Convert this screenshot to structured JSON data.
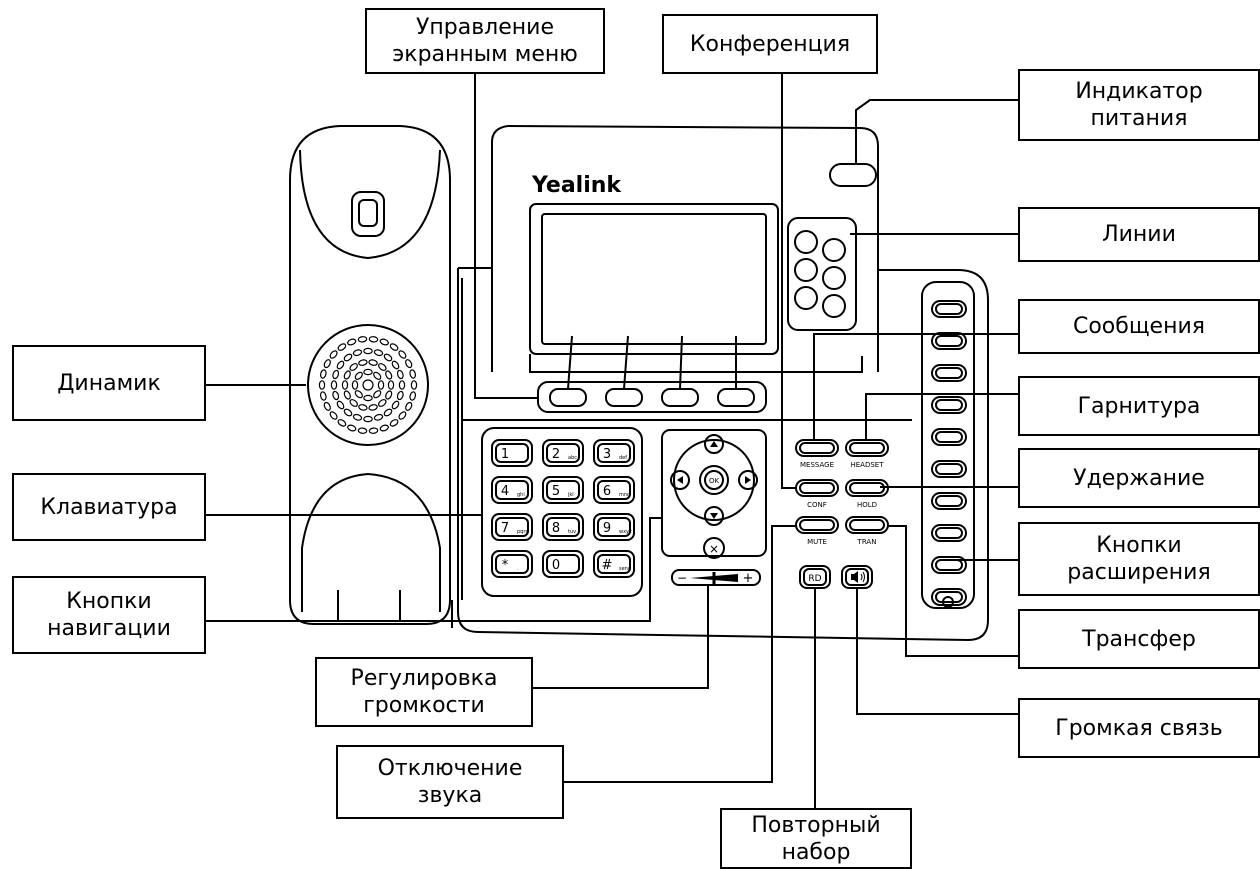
{
  "phone": {
    "brand": "Yealink",
    "keypad": {
      "keys": [
        {
          "main": "1",
          "sub": ""
        },
        {
          "main": "2",
          "sub": "abc"
        },
        {
          "main": "3",
          "sub": "def"
        },
        {
          "main": "4",
          "sub": "ghi"
        },
        {
          "main": "5",
          "sub": "jkl"
        },
        {
          "main": "6",
          "sub": "mno"
        },
        {
          "main": "7",
          "sub": "pqrs"
        },
        {
          "main": "8",
          "sub": "tuv"
        },
        {
          "main": "9",
          "sub": "wxyz"
        },
        {
          "main": "*",
          "sub": "."
        },
        {
          "main": "0",
          "sub": ""
        },
        {
          "main": "#",
          "sub": "send"
        }
      ]
    },
    "nav_ok": "OK",
    "nav_cancel": "×",
    "volume": {
      "minus": "−",
      "plus": "+"
    },
    "function_keys": {
      "message": "MESSAGE",
      "headset": "HEADSET",
      "conf": "CONF",
      "hold": "HOLD",
      "mute": "MUTE",
      "tran": "TRAN",
      "redial": "RD",
      "speaker": "speaker-icon"
    }
  },
  "labels": {
    "menu_control": [
      "Управление",
      "экранным меню"
    ],
    "conference": "Конференция",
    "power_indicator": [
      "Индикатор",
      "питания"
    ],
    "lines": "Линии",
    "messages": "Сообщения",
    "headset": "Гарнитура",
    "hold": "Удержание",
    "expansion_keys": [
      "Кнопки",
      "расширения"
    ],
    "transfer": "Трансфер",
    "speakerphone": "Громкая связь",
    "redial": [
      "Повторный",
      "набор"
    ],
    "mute": [
      "Отключение",
      "звука"
    ],
    "volume": [
      "Регулировка",
      "громкости"
    ],
    "navigation_keys": [
      "Кнопки",
      "навигации"
    ],
    "keypad": "Клавиатура",
    "speaker": "Динамик"
  }
}
